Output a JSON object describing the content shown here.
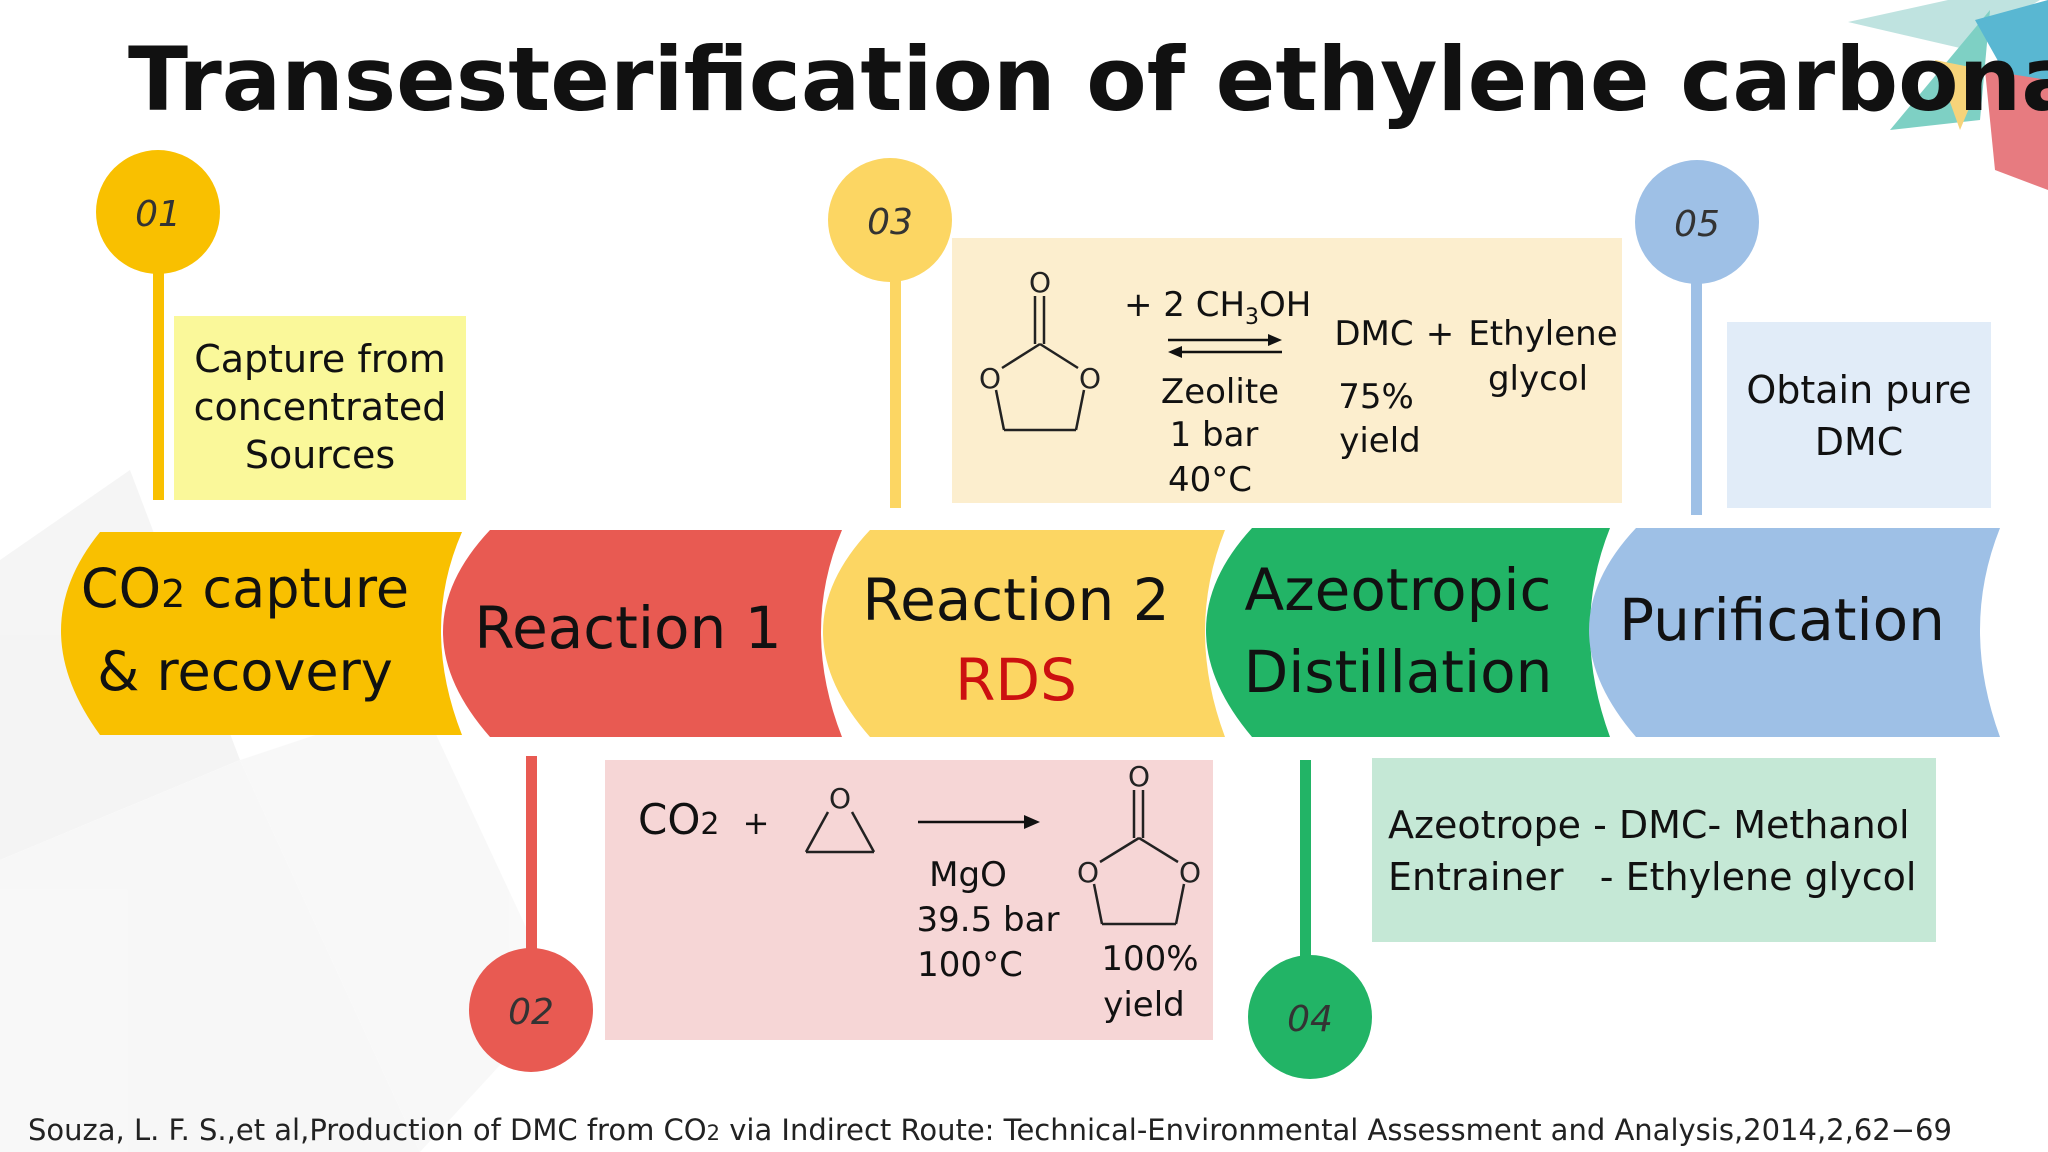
{
  "title": "Transesterification of ethylene carbonate",
  "steps": [
    {
      "number": "01",
      "stage_line1": "CO",
      "stage_sub": "2",
      "stage_line1_rest": " capture",
      "stage_line2": "& recovery",
      "note": [
        "Capture from",
        "concentrated",
        "Sources"
      ]
    },
    {
      "number": "02",
      "stage_line1": "Reaction 1"
    },
    {
      "number": "03",
      "stage_line1": "Reaction 2",
      "stage_line2": "RDS"
    },
    {
      "number": "04",
      "stage_line1": "Azeotropic",
      "stage_line2": "Distillation",
      "note": [
        "Azeotrope - DMC- Methanol",
        "Entrainer   - Ethylene glycol"
      ]
    },
    {
      "number": "05",
      "stage_line1": "Purification",
      "note": [
        "Obtain pure",
        "DMC"
      ]
    }
  ],
  "reaction1": {
    "reactant": "CO",
    "reactant_sub": "2",
    "plus": "+",
    "atom_o": "O",
    "conditions": [
      "MgO",
      "39.5 bar",
      "100°C"
    ],
    "yield": [
      "100%",
      "yield"
    ]
  },
  "reaction2": {
    "reagent_prefix": "+ 2 CH",
    "reagent_sub": "3",
    "reagent_suffix": "OH",
    "atom_o": "O",
    "conditions": [
      "Zeolite",
      "1 bar",
      "40°C"
    ],
    "product1": "DMC",
    "plus": "+",
    "product2": [
      "Ethylene",
      "glycol"
    ],
    "yield": [
      "75%",
      "yield"
    ]
  },
  "citation": {
    "prefix": "Souza, L. F. S.,et al,Production of DMC from CO",
    "sub": "2",
    "suffix": " via Indirect Route: Technical-Environmental Assessment and Analysis,2014,2,62−69"
  },
  "colors": {
    "step1": "#F9C000",
    "step2": "#E85A52",
    "step3": "#FCD663",
    "step4": "#22B466",
    "step5": "#9EC0E6",
    "note1_bg": "#FAF89A",
    "note2_bg": "#F6D6D6",
    "note3_bg": "#FCEECE",
    "note4_bg": "#C5E8D6",
    "note5_bg": "#E1ECF8",
    "rds": "#CC1010"
  }
}
